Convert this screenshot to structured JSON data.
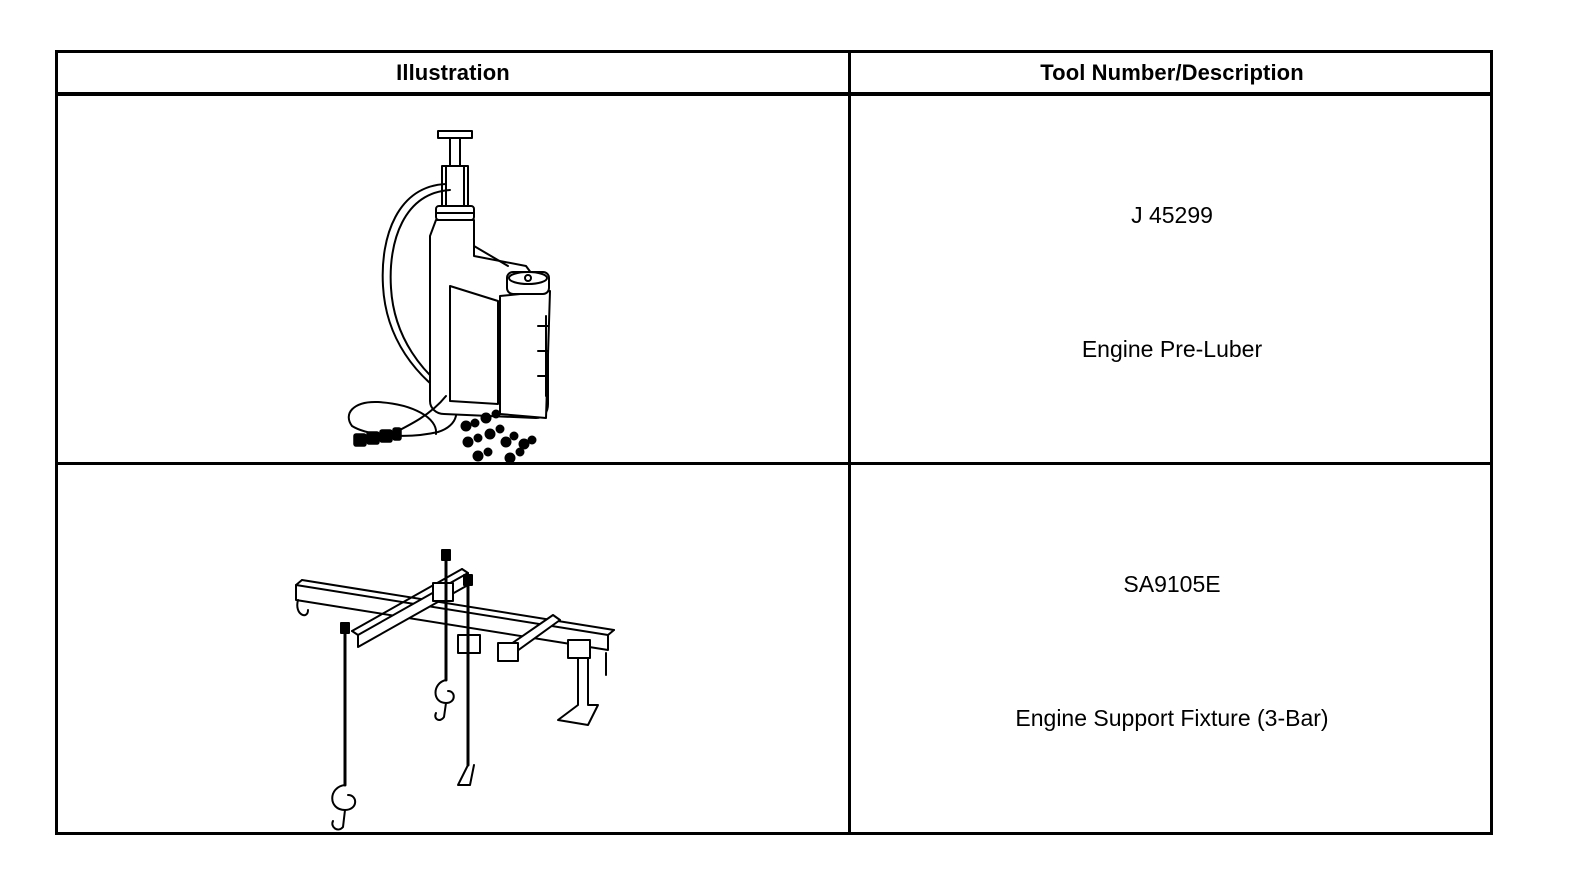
{
  "table": {
    "headers": {
      "illustration": "Illustration",
      "tool": "Tool Number/Description"
    },
    "rows": [
      {
        "tool_number": "J 45299",
        "description": "Engine Pre-Luber",
        "illustration_icon": "engine-pre-luber-illustration"
      },
      {
        "tool_number": "SA9105E",
        "description": "Engine Support Fixture (3-Bar)",
        "illustration_icon": "engine-support-fixture-illustration"
      }
    ]
  }
}
